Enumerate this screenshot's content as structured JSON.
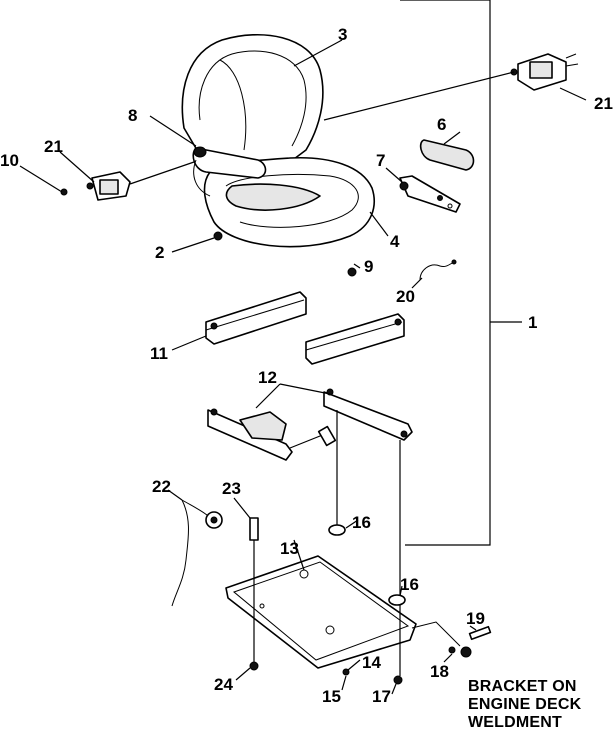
{
  "callouts": {
    "c1": "1",
    "c2": "2",
    "c3": "3",
    "c4": "4",
    "c6": "6",
    "c7": "7",
    "c8": "8",
    "c9": "9",
    "c10": "10",
    "c11": "11",
    "c12": "12",
    "c13": "13",
    "c14": "14",
    "c15": "15",
    "c16a": "16",
    "c16b": "16",
    "c17": "17",
    "c18": "18",
    "c19": "19",
    "c20": "20",
    "c21a": "21",
    "c21b": "21",
    "c22": "22",
    "c23": "23",
    "c24": "24"
  },
  "note": {
    "line1": "BRACKET ON",
    "line2": "ENGINE DECK",
    "line3": "WELDMENT"
  }
}
